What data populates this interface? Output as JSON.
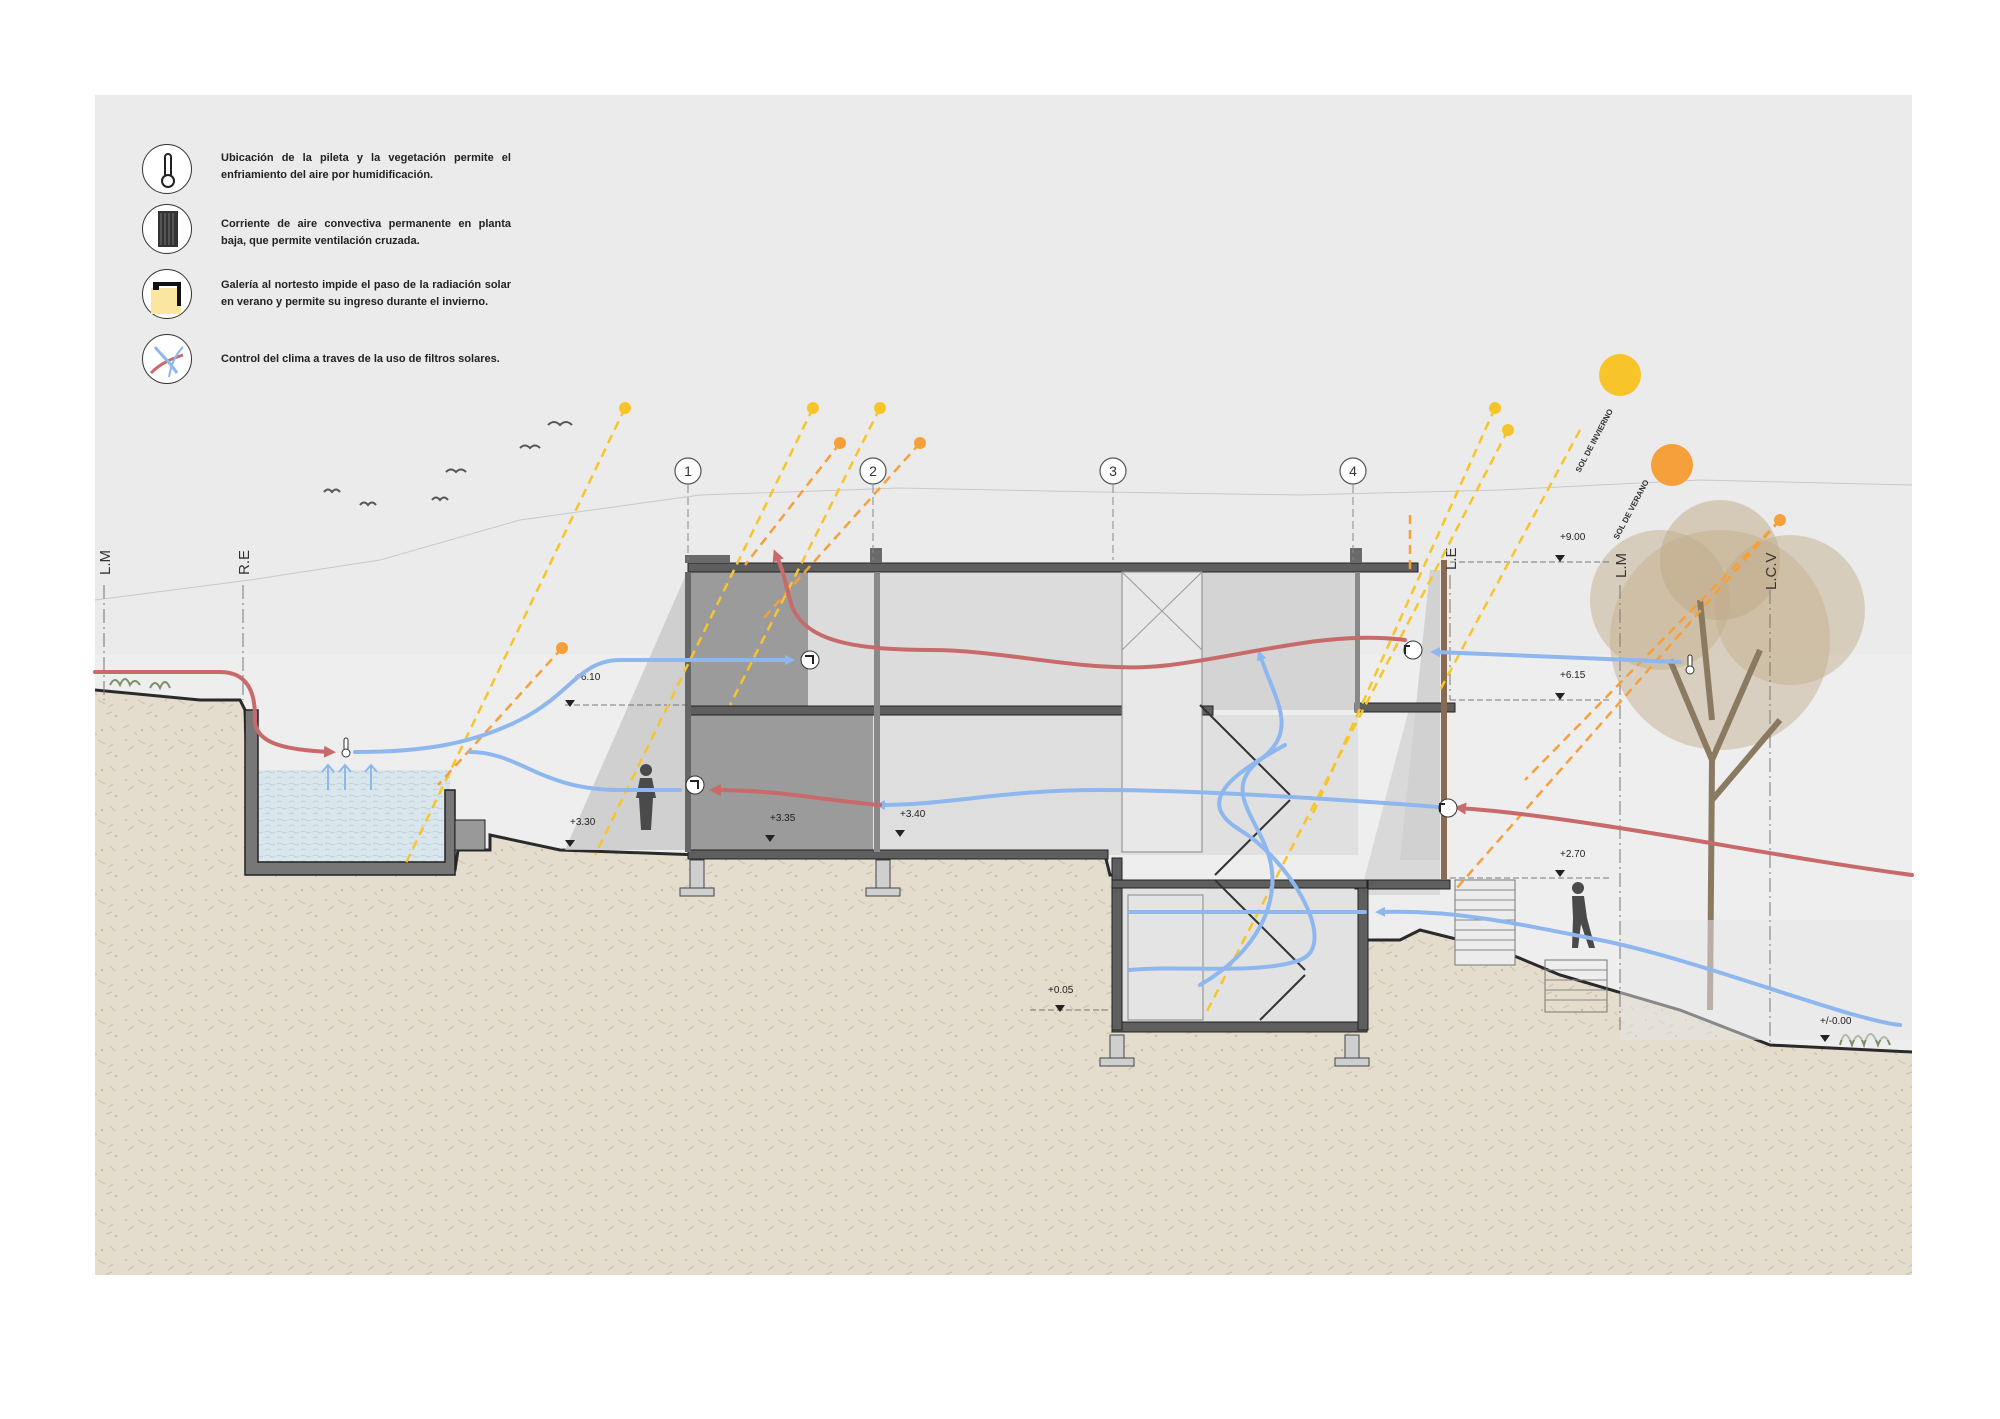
{
  "legend": {
    "items": [
      {
        "icon": "thermometer-icon",
        "text": "Ubicación de la pileta y la vegetación permite el enfriamiento del aire por humidificación."
      },
      {
        "icon": "louver-panel-icon",
        "text": "Corriente de aire convectiva permanente en planta baja, que permite ventilación cruzada."
      },
      {
        "icon": "gallery-shading-icon",
        "text": "Galería al nortesto impide el paso de la radiación solar en verano y permite su ingreso durante el invierno."
      },
      {
        "icon": "airflow-arrows-icon",
        "text": "Control del clima a traves de la uso de filtros solares."
      }
    ]
  },
  "section": {
    "property_lines": [
      "L.M",
      "R.E",
      "L.E",
      "L.M",
      "L.C.V"
    ],
    "grid_axes": [
      "1",
      "2",
      "3",
      "4"
    ],
    "levels": [
      "+6.10",
      "+3.30",
      "+3.35",
      "+3.40",
      "+9.00",
      "+6.15",
      "+2.70",
      "+0.05",
      "+/-0.00"
    ],
    "sun_labels": [
      "SOL DE INVIERNO",
      "SOL DE VERANO"
    ]
  },
  "colors": {
    "winter_sun": "#f7c52a",
    "summer_sun": "#f5a03a",
    "cool_air": "#8fb7ef",
    "warm_air": "#c86a6a",
    "terrain": "#e4dccd",
    "sky": "#ececec"
  }
}
